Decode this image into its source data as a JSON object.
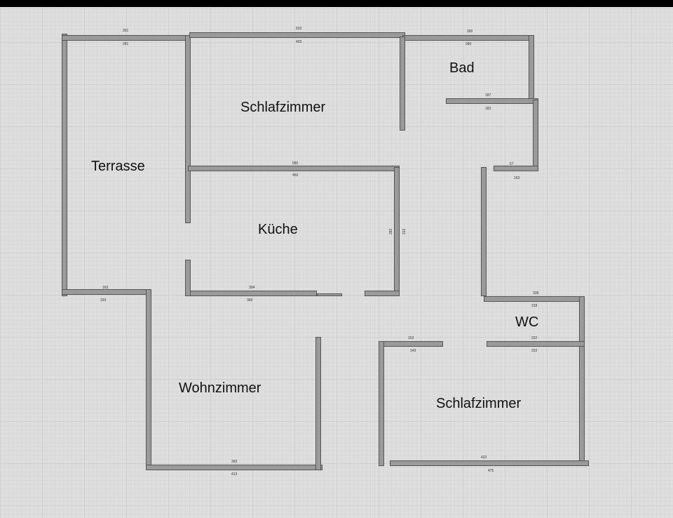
{
  "rooms": {
    "terrasse": "Terrasse",
    "schlafzimmer_1": "Schlafzimmer",
    "bad": "Bad",
    "kueche": "Küche",
    "wohnzimmer": "Wohnzimmer",
    "wc": "WC",
    "schlafzimmer_2": "Schlafzimmer"
  },
  "dimensions": {
    "terrasse_top_outer": "301",
    "terrasse_top_inner": "281",
    "schlaf1_top_outer": "503",
    "schlaf1_top_inner": "493",
    "bad_top_outer": "300",
    "bad_top_inner": "280",
    "bad_bottom_top": "187",
    "bad_bottom_under": "183",
    "flur_wall_top": "67",
    "flur_wall_under": "163",
    "kueche_top_outer": "580",
    "kueche_top_inner": "460",
    "kueche_right_inner": "282",
    "kueche_right_outer": "312",
    "kueche_bottom_top": "394",
    "kueche_bottom_under": "365",
    "terrasse_bottom_top": "163",
    "terrasse_bottom_under": "193",
    "wohn_bottom_inner": "393",
    "wohn_bottom_outer": "413",
    "wc_top_outer": "338",
    "wc_top_inner": "318",
    "wc_bottom_top": "222",
    "wc_bottom_under": "222",
    "schlaf2_top_top": "153",
    "schlaf2_top_under": "143",
    "schlaf2_bottom_inner": "423",
    "schlaf2_bottom_outer": "475"
  }
}
